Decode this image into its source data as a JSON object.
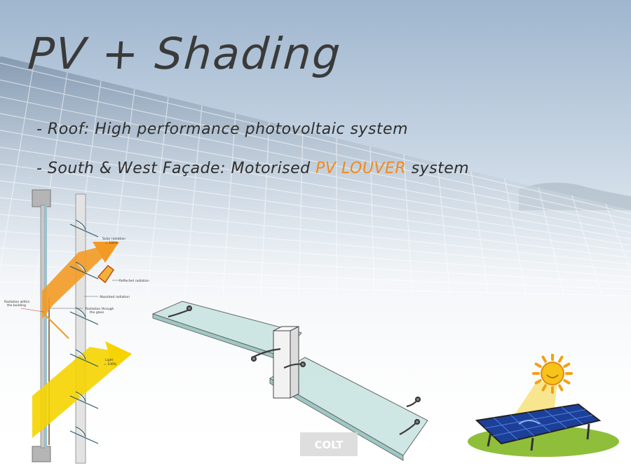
{
  "slide": {
    "title": "PV + Shading",
    "bullets": [
      {
        "prefix": "- Roof: High performance photovoltaic system",
        "highlight": "",
        "suffix": ""
      },
      {
        "prefix": "- South & West Façade: Motorised ",
        "highlight": "PV LOUVER",
        "suffix": " system"
      }
    ],
    "highlight_color": "#f08a1c"
  },
  "diagram_labels": {
    "solar_radiation": "Solar radiation",
    "solar_radiation_pct": "= 100%",
    "reflected": "Reflected radiation",
    "absorbed": "Absorbed radiation",
    "within_building_1": "Radiation within",
    "within_building_2": "the building",
    "through_glass_1": "Radiation through",
    "through_glass_2": "the glass",
    "light": "Light",
    "light_pct": "= 100%"
  },
  "logo": {
    "text": "COLT"
  }
}
